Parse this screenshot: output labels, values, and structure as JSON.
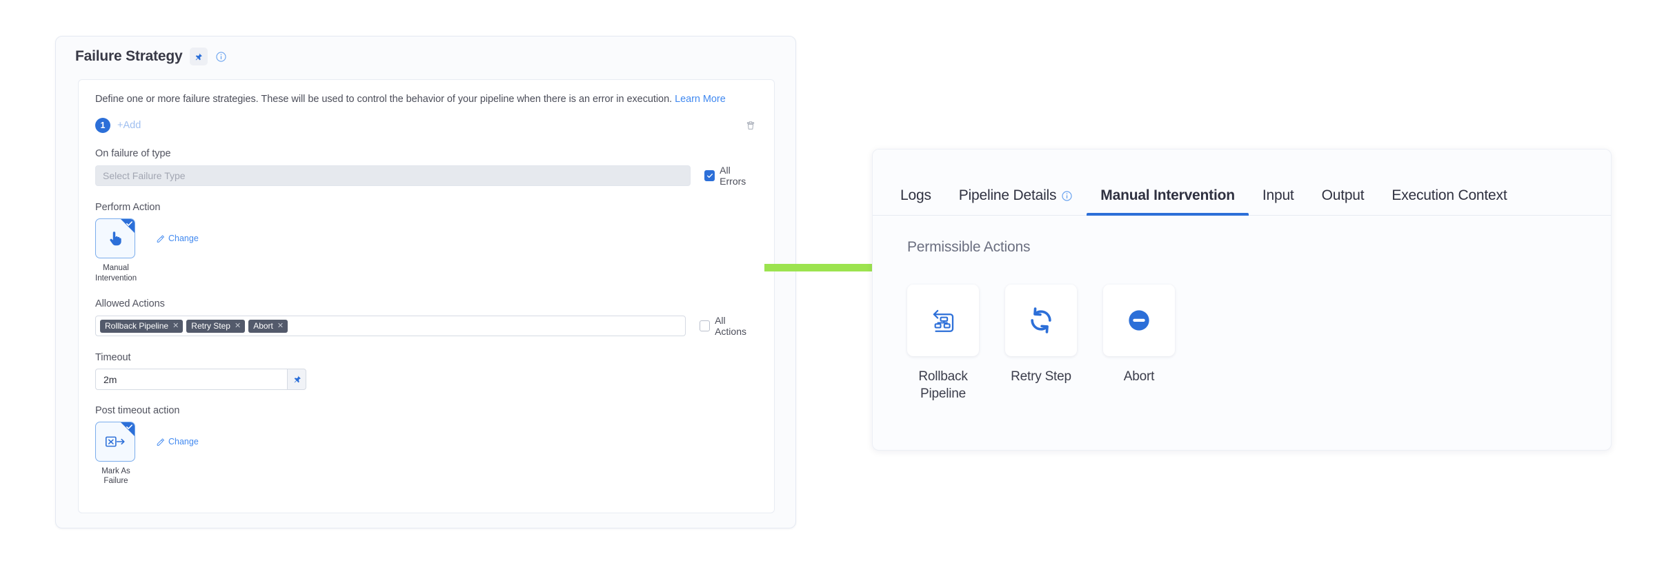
{
  "failure_strategy": {
    "title": "Failure Strategy",
    "pin_icon": "pin-icon",
    "info_icon": "info-icon",
    "description": "Define one or more failure strategies. These will be used to control the behavior of your pipeline when there is an error in execution.",
    "learn_more": "Learn More",
    "strategy_index": "1",
    "add_label": "+Add",
    "delete_icon": "trash-icon",
    "on_failure": {
      "label": "On failure of type",
      "placeholder": "Select Failure Type",
      "value": "",
      "checkbox": {
        "label": "All Errors",
        "checked": true
      }
    },
    "perform_action": {
      "label": "Perform Action",
      "card_icon": "hand-pointer-icon",
      "card_caption": "Manual Intervention",
      "selected": true,
      "change_label": "Change",
      "change_icon": "pencil-icon"
    },
    "allowed_actions": {
      "label": "Allowed Actions",
      "tags": [
        "Rollback Pipeline",
        "Retry Step",
        "Abort"
      ],
      "remove_icon": "close-x-icon",
      "checkbox": {
        "label": "All Actions",
        "checked": false
      }
    },
    "timeout": {
      "label": "Timeout",
      "value": "2m",
      "pin_icon": "pin-icon"
    },
    "post_timeout_action": {
      "label": "Post timeout action",
      "card_icon": "mark-as-failure-icon",
      "card_caption": "Mark As Failure",
      "selected": true,
      "change_label": "Change",
      "change_icon": "pencil-icon"
    }
  },
  "connector": {
    "icon": "green-arrow-icon",
    "color": "#9ce34f"
  },
  "execution_panel": {
    "tabs": [
      {
        "label": "Logs",
        "active": false,
        "has_info_icon": false
      },
      {
        "label": "Pipeline Details",
        "active": false,
        "has_info_icon": true
      },
      {
        "label": "Manual Intervention",
        "active": true,
        "has_info_icon": false
      },
      {
        "label": "Input",
        "active": false,
        "has_info_icon": false
      },
      {
        "label": "Output",
        "active": false,
        "has_info_icon": false
      },
      {
        "label": "Execution Context",
        "active": false,
        "has_info_icon": false
      }
    ],
    "section_title": "Permissible Actions",
    "actions": [
      {
        "label": "Rollback Pipeline",
        "icon": "rollback-pipeline-icon"
      },
      {
        "label": "Retry Step",
        "icon": "retry-step-icon"
      },
      {
        "label": "Abort",
        "icon": "abort-icon"
      }
    ]
  },
  "colors": {
    "primary_blue": "#2c6fd8",
    "link_blue": "#4189f0",
    "tag_gray": "#535a6b",
    "arrow_green": "#9ce34f"
  }
}
